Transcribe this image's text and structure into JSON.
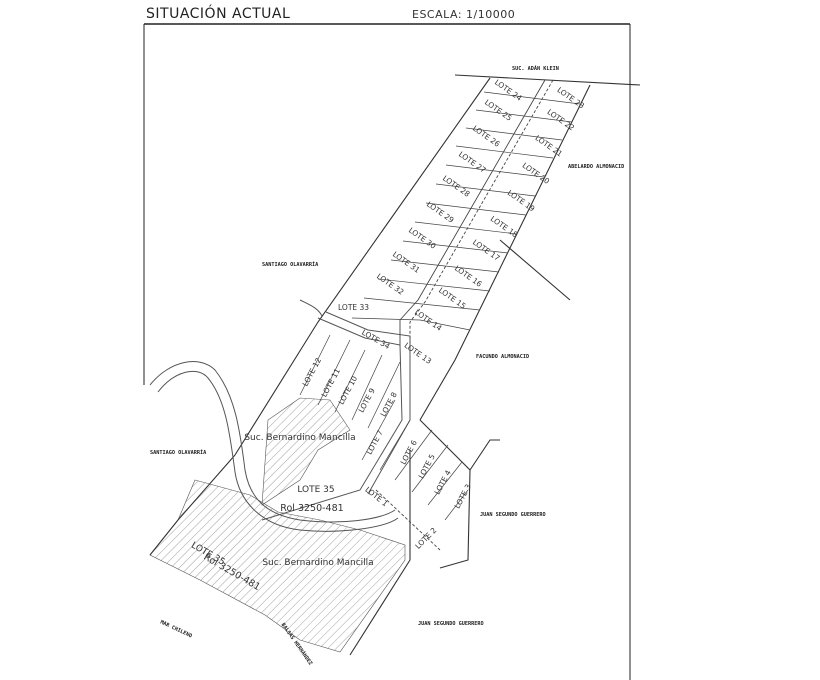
{
  "header": {
    "title": "SITUACIÓN ACTUAL",
    "scale": "ESCALA: 1/10000"
  },
  "lot_prefix": "LOTE",
  "lots": [
    "1",
    "2",
    "3",
    "4",
    "5",
    "6",
    "7",
    "8",
    "9",
    "10",
    "11",
    "12",
    "13",
    "14",
    "15",
    "16",
    "17",
    "18",
    "19",
    "20",
    "21",
    "22",
    "23",
    "24",
    "25",
    "26",
    "27",
    "28",
    "29",
    "30",
    "31",
    "32",
    "33",
    "34"
  ],
  "parcels": [
    {
      "lot": "LOTE 35",
      "owner": "Suc. Bernardino Mancilla",
      "rol": "Rol 3250-481"
    },
    {
      "lot": "LOTE 35",
      "owner": "Suc. Bernardino Mancilla",
      "rol": "Rol 3250-481"
    }
  ],
  "neighbors": {
    "north": "SUC. ADÁN KLEIN",
    "east_top": "ABELARDO ALMONACID",
    "east_mid": "FACUNDO ALMONACID",
    "east_low": "JUAN SEGUNDO GUERRERO",
    "south": "JUAN SEGUNDO GUERRERO",
    "west_top": "SANTIAGO OLAVARRÍA",
    "west_mid": "SANTIAGO OLAVARRÍA",
    "sw": "MAR CHILENO",
    "south_road": "BALSAS HERNÁNDEZ"
  },
  "colors": {
    "line": "#3a3a3a",
    "road": "#555555",
    "hatch": "#7a7a7a"
  }
}
